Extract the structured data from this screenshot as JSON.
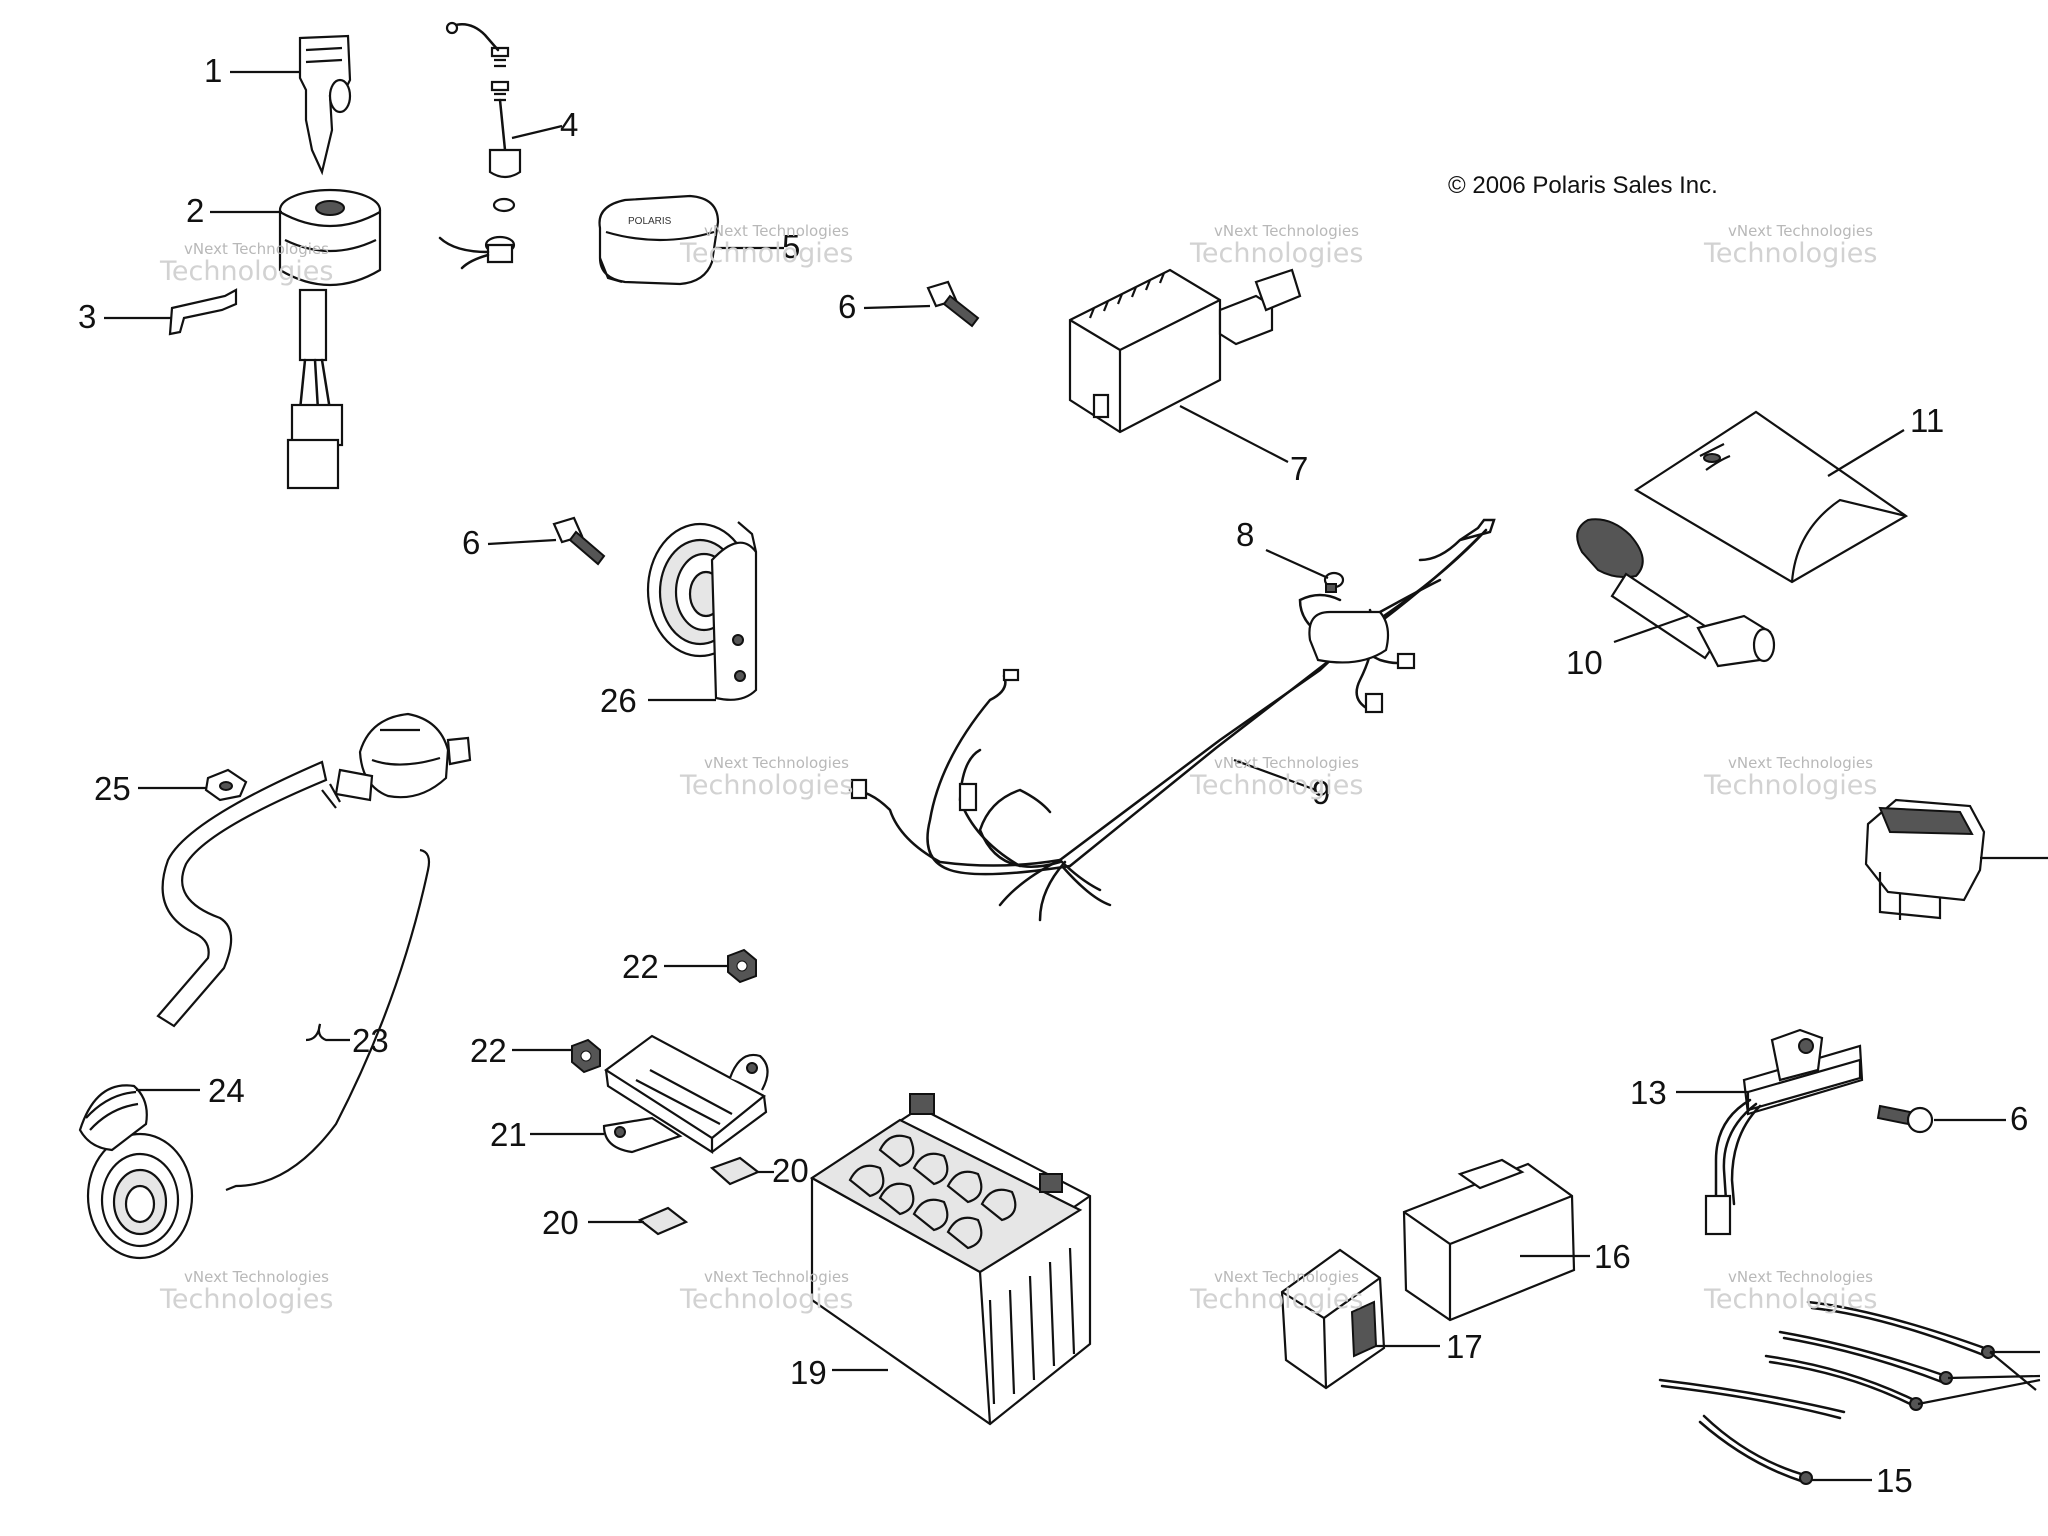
{
  "copyright": "© 2006 Polaris Sales Inc.",
  "watermark": {
    "line1": "vNext Technologies",
    "line2": "Technologies"
  },
  "callouts": {
    "c1": "1",
    "c2": "2",
    "c3": "3",
    "c4": "4",
    "c5": "5",
    "c6": "6",
    "c7": "7",
    "c8": "8",
    "c9": "9",
    "c10": "10",
    "c11": "11",
    "c13": "13",
    "c15": "15",
    "c16": "16",
    "c17": "17",
    "c19": "19",
    "c20": "20",
    "c21": "21",
    "c22": "22",
    "c23": "23",
    "c24": "24",
    "c25": "25",
    "c26": "26"
  },
  "brand": "POLARIS"
}
